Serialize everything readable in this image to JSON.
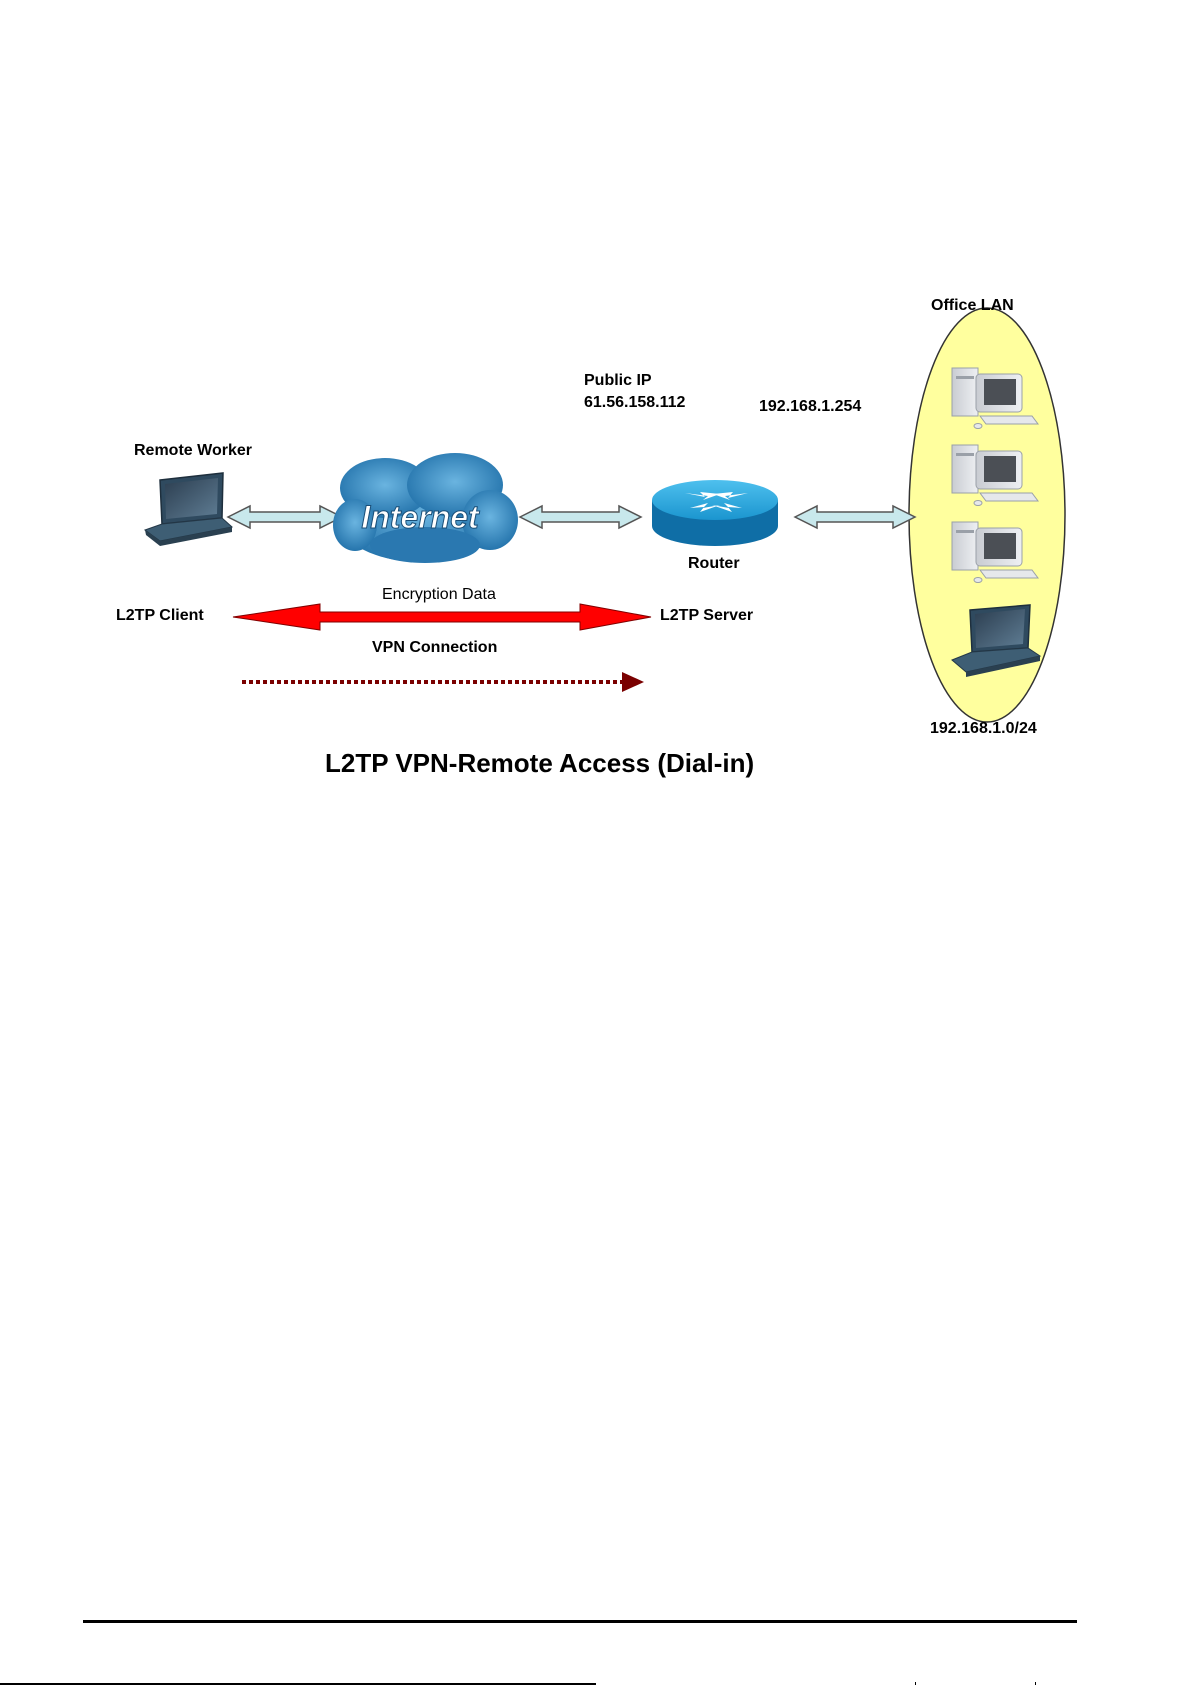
{
  "diagram": {
    "title": "L2TP VPN-Remote Access (Dial-in)",
    "nodes": {
      "remote_worker": {
        "label": "Remote Worker",
        "icon": "laptop-icon"
      },
      "internet": {
        "label": "Internet",
        "icon": "cloud-icon"
      },
      "router": {
        "label": "Router",
        "icon": "router-icon"
      },
      "office_lan": {
        "label": "Office LAN",
        "subnet": "192.168.1.0/24",
        "devices": [
          "desktop-pc",
          "desktop-pc",
          "desktop-pc",
          "laptop"
        ]
      }
    },
    "addresses": {
      "public_ip_label": "Public IP",
      "public_ip": "61.56.158.112",
      "lan_ip": "192.168.1.254"
    },
    "tunnel": {
      "client_label": "L2TP Client",
      "server_label": "L2TP Server",
      "encryption_label": "Encryption Data",
      "vpn_label": "VPN Connection"
    },
    "colors": {
      "link_arrow_fill": "#c8e8ec",
      "tunnel_arrow": "#ff0000",
      "vpn_dotted_arrow": "#7a0000",
      "lan_ellipse": "#ffff9e",
      "cloud": "#3a8fc4",
      "router": "#1a8ac4"
    }
  }
}
